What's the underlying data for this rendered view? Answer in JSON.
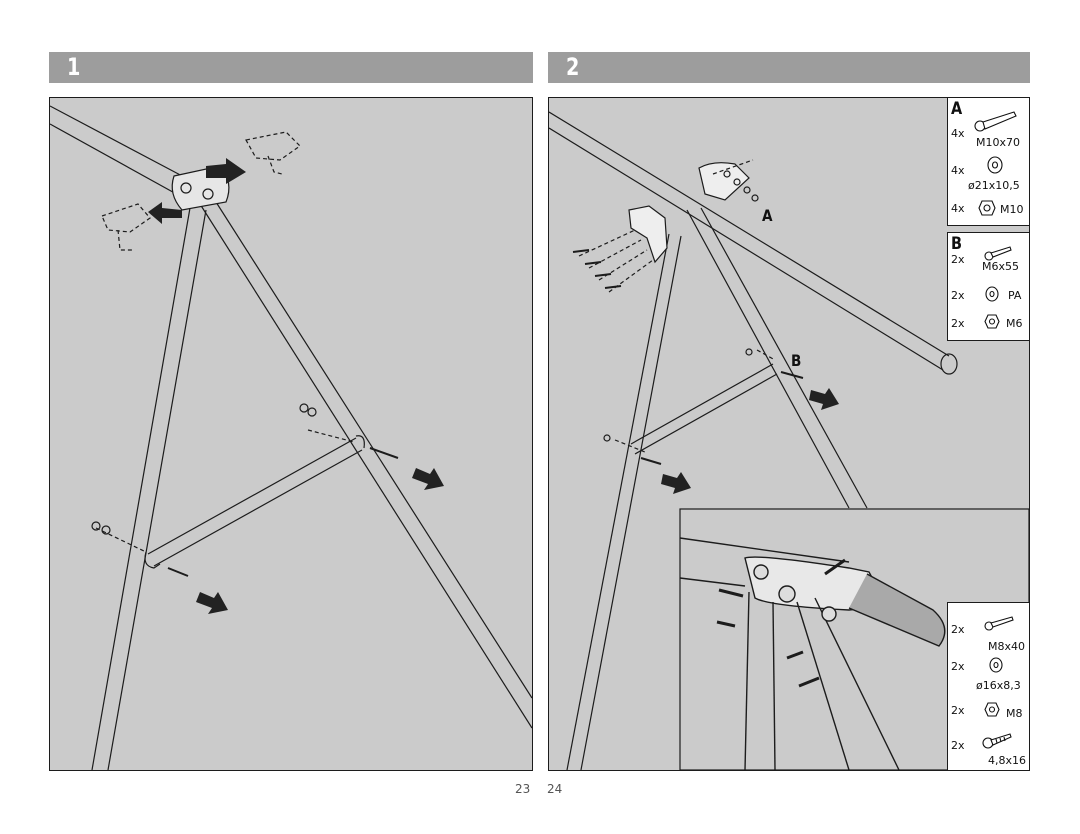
{
  "steps": [
    {
      "number": "1"
    },
    {
      "number": "2"
    }
  ],
  "callouts": {
    "a": "A",
    "b": "B"
  },
  "parts_a": {
    "title": "A",
    "items": [
      {
        "qty": "4x",
        "spec": "M10x70",
        "icon": "bolt-icon"
      },
      {
        "qty": "4x",
        "spec": "ø21x10,5",
        "icon": "washer-icon"
      },
      {
        "qty": "4x",
        "spec": "M10",
        "icon": "nut-icon"
      }
    ]
  },
  "parts_b": {
    "title": "B",
    "items": [
      {
        "qty": "2x",
        "spec": "M6x55",
        "icon": "bolt-icon"
      },
      {
        "qty": "2x",
        "spec": "PA",
        "icon": "washer-icon"
      },
      {
        "qty": "2x",
        "spec": "M6",
        "icon": "nut-icon"
      }
    ]
  },
  "parts_detail": {
    "items": [
      {
        "qty": "2x",
        "spec": "M8x40",
        "icon": "bolt-icon"
      },
      {
        "qty": "2x",
        "spec": "ø16x8,3",
        "icon": "washer-icon"
      },
      {
        "qty": "2x",
        "spec": "M8",
        "icon": "nut-icon"
      },
      {
        "qty": "2x",
        "spec": "4,8x16",
        "icon": "screw-icon"
      }
    ]
  },
  "page_numbers": {
    "left": "23",
    "right": "24"
  },
  "colors": {
    "header_bar": "#9d9d9d",
    "panel_bg": "#cbcbcb",
    "line": "#1c1c1c"
  }
}
